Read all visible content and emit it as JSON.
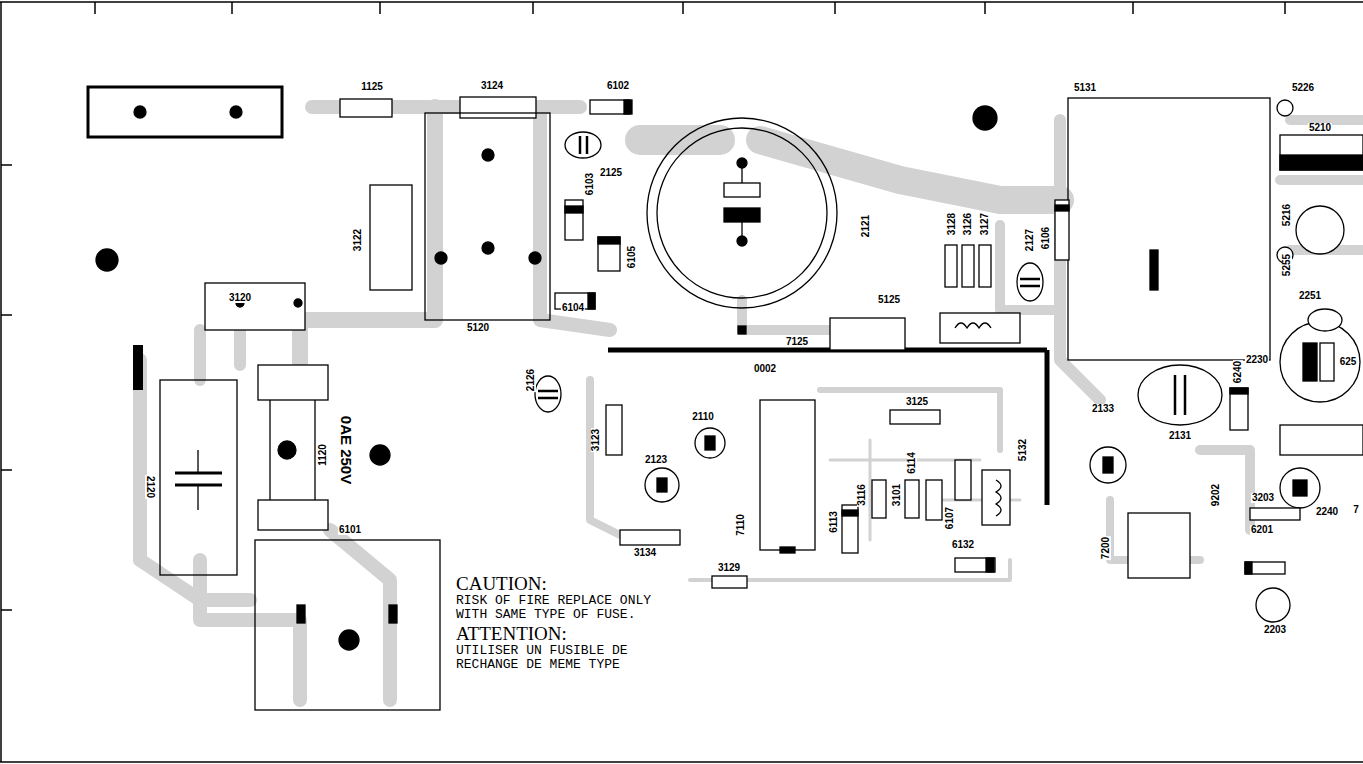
{
  "diagram": {
    "labels": [
      "1125",
      "3124",
      "6102",
      "5131",
      "5226",
      "5210",
      "2125",
      "6103",
      "2121",
      "3122",
      "5216",
      "6105",
      "3128",
      "3126",
      "3127",
      "2127",
      "6106",
      "5255",
      "2251",
      "3120",
      "6104",
      "5120",
      "5125",
      "7125",
      "0002",
      "2230",
      "625",
      "2126",
      "3125",
      "2110",
      "2133",
      "6240",
      "2131",
      "3123",
      "2123",
      "1120",
      "0AE 250V",
      "2120",
      "6114",
      "3116",
      "3101",
      "6107",
      "5132",
      "9202",
      "3203",
      "2240",
      "7",
      "6101",
      "7110",
      "6113",
      "6201",
      "3134",
      "6132",
      "7200",
      "3129",
      "2203",
      "CAUTION:",
      "RISK OF FIRE REPLACE ONLY WITH SAME TYPE OF FUSE.",
      "ATTENTION:",
      "UTILISER UN FUSIBLE DE RECHANGE DE MEME TYPE"
    ]
  }
}
